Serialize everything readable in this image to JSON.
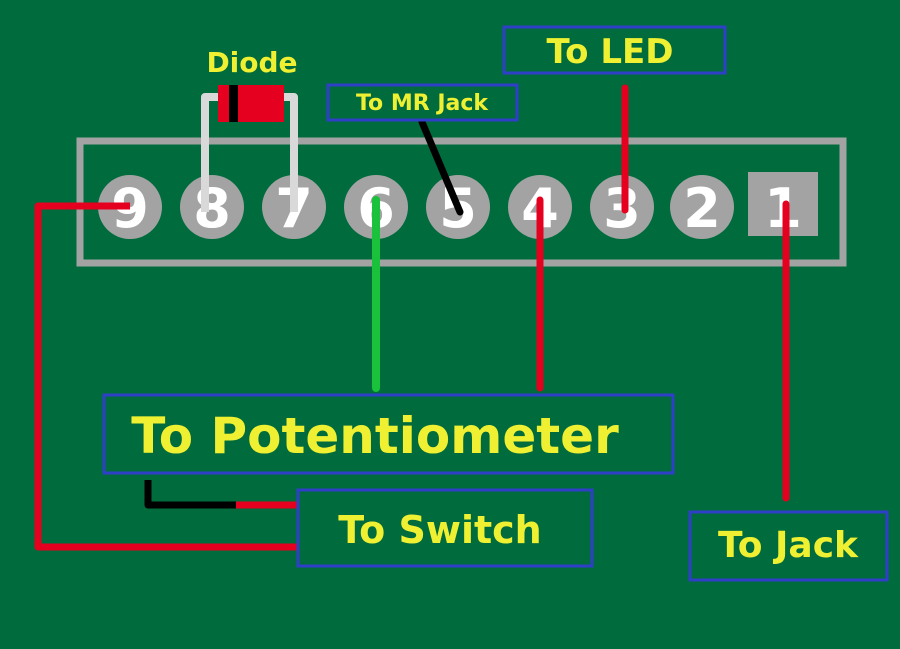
{
  "colors": {
    "background": "#006B3C",
    "header_body": "#006B3C",
    "header_frame": "#A3A3A3",
    "pin_fill": "#A3A3A3",
    "pin_digit": "#FFFFFF",
    "label_text": "#F0F033",
    "label_border": "#2F3FC8",
    "wire_red": "#E4001E",
    "wire_black": "#000000",
    "wire_green": "#19C23A",
    "diode_body": "#E4001E",
    "diode_band": "#000000",
    "diode_leads": "#D9D9D9"
  },
  "header": {
    "pins": [
      {
        "number": "9",
        "shape": "circle"
      },
      {
        "number": "8",
        "shape": "circle"
      },
      {
        "number": "7",
        "shape": "circle"
      },
      {
        "number": "6",
        "shape": "circle"
      },
      {
        "number": "5",
        "shape": "circle"
      },
      {
        "number": "4",
        "shape": "circle"
      },
      {
        "number": "3",
        "shape": "circle"
      },
      {
        "number": "2",
        "shape": "circle"
      },
      {
        "number": "1",
        "shape": "square"
      }
    ]
  },
  "labels": {
    "diode": "Diode",
    "mr_jack": "To MR Jack",
    "led": "To LED",
    "potentiometer": "To Potentiometer",
    "switch": "To Switch",
    "jack": "To Jack"
  },
  "connections": [
    {
      "pin": "9",
      "to": "To Switch",
      "wire": "red"
    },
    {
      "pin": "8",
      "to": "Diode",
      "wire": "lead"
    },
    {
      "pin": "7",
      "to": "Diode",
      "wire": "lead"
    },
    {
      "pin": "6",
      "to": "To Potentiometer",
      "wire": "green"
    },
    {
      "pin": "5",
      "to": "To MR Jack",
      "wire": "black"
    },
    {
      "pin": "4",
      "to": "To Potentiometer",
      "wire": "red"
    },
    {
      "pin": "3",
      "to": "To LED",
      "wire": "red"
    },
    {
      "pin": "1",
      "to": "To Jack",
      "wire": "red"
    }
  ]
}
